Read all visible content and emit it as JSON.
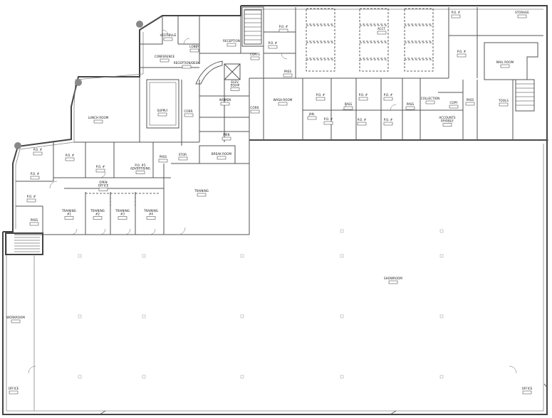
{
  "rooms": [
    {
      "id": "storage",
      "label": "STORAGE"
    },
    {
      "id": "po-top-right",
      "label": "P.O. #"
    },
    {
      "id": "po-top-right-2",
      "label": "P.O. #"
    },
    {
      "id": "po-near-reception-1",
      "label": "P.O. #"
    },
    {
      "id": "po-near-reception-2",
      "label": "P.O. #"
    },
    {
      "id": "acct",
      "label": "ACCT."
    },
    {
      "id": "vestibule",
      "label": "VESTIBULE"
    },
    {
      "id": "lobby",
      "label": "LOBBY"
    },
    {
      "id": "reception",
      "label": "RECEPTION"
    },
    {
      "id": "conference",
      "label": "CONFERENCE"
    },
    {
      "id": "reception-desk",
      "label": "RECEPTION/DESK"
    },
    {
      "id": "coats",
      "label": "COATS"
    },
    {
      "id": "pass-1",
      "label": "PASS"
    },
    {
      "id": "mail-room",
      "label": "MAIL ROOM"
    },
    {
      "id": "elev",
      "label": "ELEV. EQUIP"
    },
    {
      "id": "women",
      "label": "WOMEN"
    },
    {
      "id": "corr-1",
      "label": "CORR."
    },
    {
      "id": "corr-2",
      "label": "CORR."
    },
    {
      "id": "supply",
      "label": "SUPPLY"
    },
    {
      "id": "lunch-room",
      "label": "LUNCH ROOM"
    },
    {
      "id": "wash-room",
      "label": "WASH ROOM"
    },
    {
      "id": "jan",
      "label": "JAN."
    },
    {
      "id": "po-mid-1",
      "label": "P.O. #"
    },
    {
      "id": "po-mid-2",
      "label": "P.O. #"
    },
    {
      "id": "po-mid-3",
      "label": "P.O. #"
    },
    {
      "id": "po-mid-4",
      "label": "P.O. #"
    },
    {
      "id": "po-mid-5",
      "label": "P.O. #"
    },
    {
      "id": "po-mid-6",
      "label": "P.O. #"
    },
    {
      "id": "pass-2",
      "label": "PASS"
    },
    {
      "id": "pass-3",
      "label": "PASS"
    },
    {
      "id": "collection",
      "label": "COLLECTION"
    },
    {
      "id": "copy",
      "label": "COPY"
    },
    {
      "id": "pass-4",
      "label": "PASS"
    },
    {
      "id": "tools",
      "label": "TOOLS"
    },
    {
      "id": "accounts-payable",
      "label": "ACCOUNTS PAYABLE"
    },
    {
      "id": "men",
      "label": "MEN"
    },
    {
      "id": "break-room",
      "label": "BREAK ROOM"
    },
    {
      "id": "stor",
      "label": "STOR."
    },
    {
      "id": "pass-5",
      "label": "PASS"
    },
    {
      "id": "po-left-1",
      "label": "P.O. #"
    },
    {
      "id": "po-left-2",
      "label": "P.O. #"
    },
    {
      "id": "po-left-3",
      "label": "P.O. #"
    },
    {
      "id": "po-left-4",
      "label": "P.O. #"
    },
    {
      "id": "po-left-5",
      "label": "P.O. #"
    },
    {
      "id": "po-advertising",
      "label": "P.O. #5 ADVERTISING"
    },
    {
      "id": "open-office",
      "label": "OPEN OFFICE"
    },
    {
      "id": "training",
      "label": "TRAINING"
    },
    {
      "id": "training-1",
      "label": "TRAINING #1"
    },
    {
      "id": "training-2",
      "label": "TRAINING #2"
    },
    {
      "id": "training-3",
      "label": "TRAINING #3"
    },
    {
      "id": "training-4",
      "label": "TRAINING #4"
    },
    {
      "id": "pass-6",
      "label": "PASS"
    },
    {
      "id": "showroom",
      "label": "SHOWROOM"
    },
    {
      "id": "workroom",
      "label": "WORKROOM"
    },
    {
      "id": "office-left",
      "label": "OFFICE"
    },
    {
      "id": "office-right",
      "label": "OFFICE"
    }
  ]
}
